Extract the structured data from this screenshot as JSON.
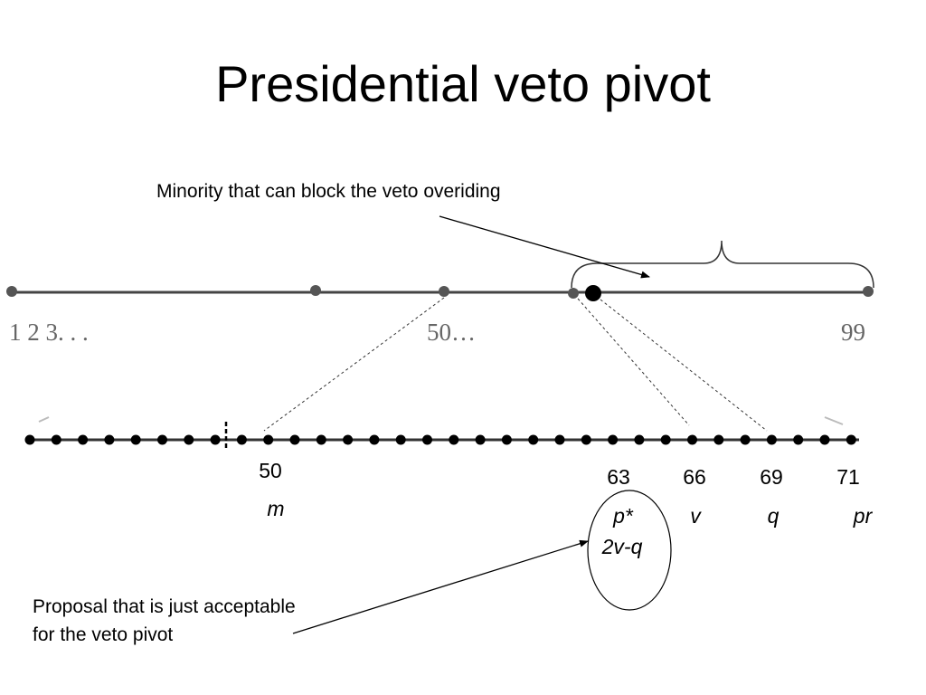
{
  "title": "Presidential veto pivot",
  "annotations": {
    "minority": "Minority that can block the veto overiding",
    "proposal_line1": "Proposal that is just acceptable",
    "proposal_line2": "for the veto pivot"
  },
  "upper_line": {
    "labels": {
      "left": "1 2 3. . .",
      "middle": "50…",
      "right": "99"
    }
  },
  "lower_line": {
    "numbers": [
      "50",
      "63",
      "66",
      "69",
      "71"
    ],
    "symbols": [
      "m",
      "p*",
      "v",
      "q",
      "pr"
    ],
    "formula": "2v-q"
  },
  "colors": {
    "line": "#444444",
    "dot": "#000000",
    "upper_dot": "#555555"
  }
}
